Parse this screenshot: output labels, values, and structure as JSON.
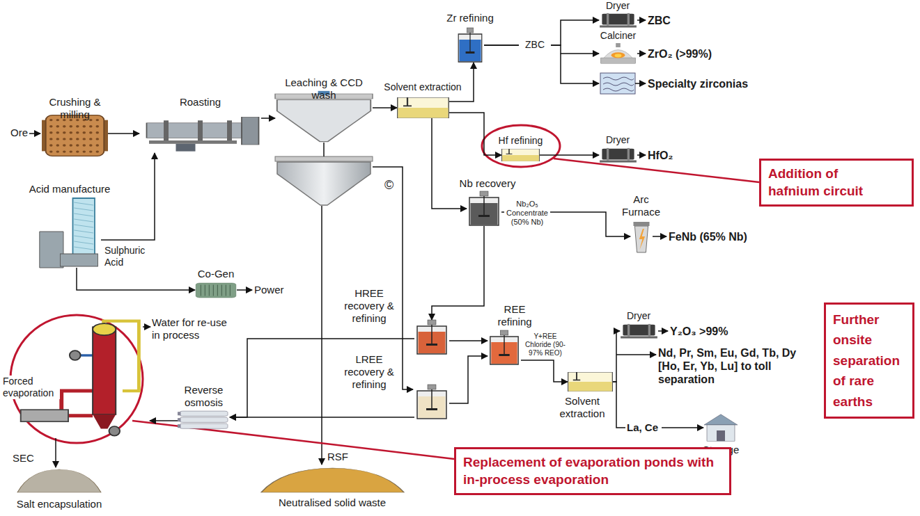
{
  "diagram": {
    "nodes": [
      {
        "text": [
          "Crushing & milling"
        ]
      },
      {
        "text": [
          "Roasting"
        ]
      },
      {
        "text": [
          "Acid manufacture"
        ]
      },
      {
        "text": [
          "Leaching & CCD wash"
        ]
      },
      {
        "text": [
          "Solvent extraction"
        ]
      },
      {
        "text": [
          "Zr refining"
        ]
      },
      {
        "text": [
          "Dryer"
        ]
      },
      {
        "text": [
          "Calciner"
        ]
      },
      {
        "text": [
          "Hf refining"
        ]
      },
      {
        "text": [
          "Dryer"
        ]
      },
      {
        "text": [
          "Nb recovery"
        ]
      },
      {
        "text": [
          "Arc Furnace"
        ]
      },
      {
        "text": [
          "Co-Gen"
        ]
      },
      {
        "text": [
          "HREE recovery & refining"
        ]
      },
      {
        "text": [
          "REE refining"
        ]
      },
      {
        "text": [
          "LREE recovery & refining"
        ]
      },
      {
        "text": [
          "Solvent extraction"
        ]
      },
      {
        "text": [
          "Dryer"
        ]
      },
      {
        "text": [
          "Reverse osmosis"
        ]
      },
      {
        "text": [
          "Forced evaporation"
        ]
      },
      {
        "text": [
          "Storage"
        ]
      },
      {
        "text": [
          "SEC",
          "Salt encapsulation"
        ]
      },
      {
        "text": [
          "RSF",
          "Neutralised solid waste"
        ]
      },
      {
        "text": [
          "Addition of hafnium circuit"
        ]
      },
      {
        "text": [
          "Further onsite separation of rare earths"
        ]
      },
      {
        "text": [
          "Replacement of evaporation ponds with in-process evaporation"
        ]
      }
    ],
    "edges": [
      {
        "from": 0,
        "to": 1,
        "arrow": "to"
      },
      {
        "from": 2,
        "to": 1,
        "arrow": "to"
      },
      {
        "from": 2,
        "to": 12,
        "arrow": "to"
      },
      {
        "from": 1,
        "to": 3,
        "arrow": "to"
      },
      {
        "from": 3,
        "to": 4,
        "arrow": "to"
      },
      {
        "from": 4,
        "to": 5,
        "arrow": "to"
      },
      {
        "from": 4,
        "to": 8,
        "arrow": "to"
      },
      {
        "from": 8,
        "to": 9,
        "arrow": "to"
      },
      {
        "from": 4,
        "to": 10,
        "arrow": "to"
      },
      {
        "from": 5,
        "to": 6,
        "arrow": "to"
      },
      {
        "from": 5,
        "to": 7,
        "arrow": "to"
      },
      {
        "from": 10,
        "to": 11,
        "label": "Nb₂O₅ Concentrate (50% Nb)",
        "arrow": "to"
      },
      {
        "from": 10,
        "to": 13,
        "arrow": "to"
      },
      {
        "from": 13,
        "to": 14,
        "arrow": "to"
      },
      {
        "from": 15,
        "to": 14,
        "arrow": "to"
      },
      {
        "from": 14,
        "to": 16,
        "label": "Y+REE Chloride (90-97% REO)",
        "arrow": "to"
      },
      {
        "from": 16,
        "to": 17,
        "arrow": "to"
      },
      {
        "from": 16,
        "to": 20,
        "label": "La, Ce",
        "arrow": "to"
      },
      {
        "from": 13,
        "to": 18,
        "arrow": "to"
      },
      {
        "from": 15,
        "to": 18,
        "arrow": "to"
      },
      {
        "from": 18,
        "to": 19,
        "arrow": "to"
      },
      {
        "from": 19,
        "to": 21,
        "arrow": "to"
      }
    ],
    "labels": [
      "Ore",
      "Sulphuric Acid",
      "Power",
      "©",
      "ZBC",
      "ZBC",
      "ZrO₂ (>99%)",
      "Specialty zirconias",
      "HfO₂",
      "FeNb (65% Nb)",
      "Y₂O₃ >99%",
      "Nd, Pr, Sm, Eu, Gd, Tb, Dy [Ho, Er, Yb, Lu] to toll separation",
      "Water for re-use in process"
    ]
  }
}
